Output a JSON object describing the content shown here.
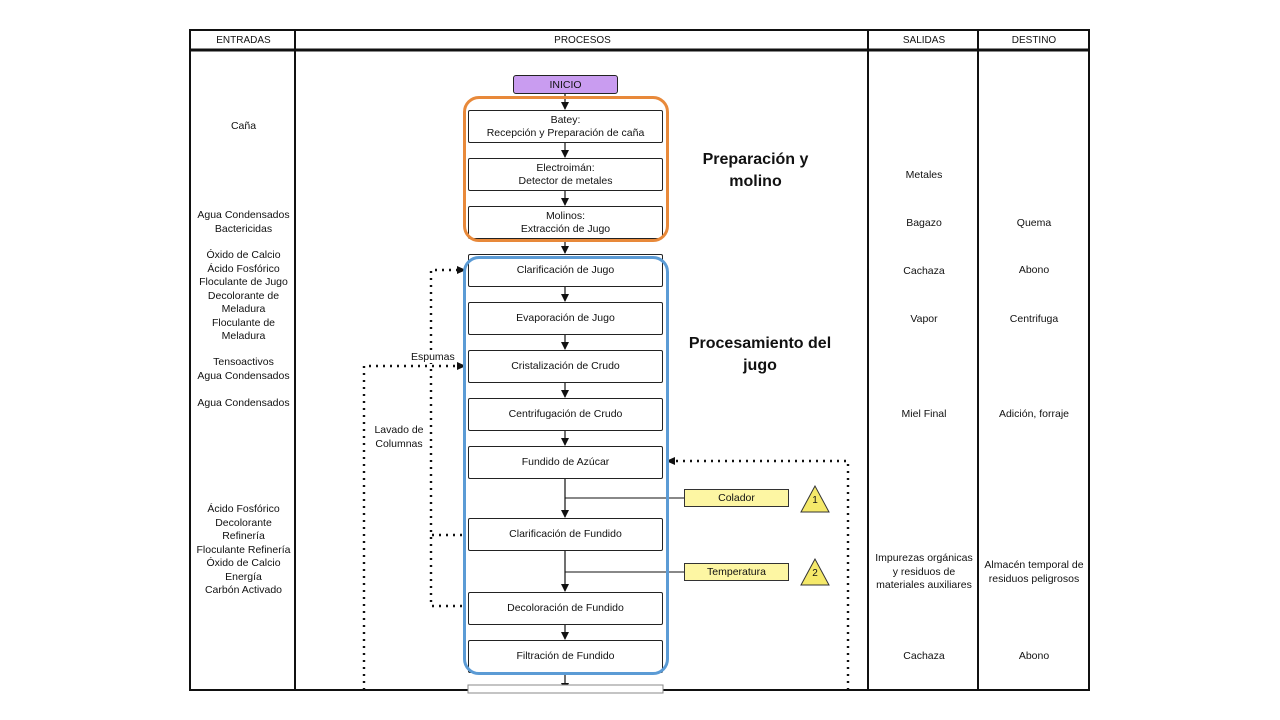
{
  "headers": {
    "entradas": "ENTRADAS",
    "procesos": "PROCESOS",
    "salidas": "SALIDAS",
    "destino": "DESTINO"
  },
  "inputs": [
    "Caña",
    "Agua Condensados\nBactericidas",
    "Óxido de Calcio\nÁcido Fosfórico\nFloculante de Jugo\nDecolorante de\nMeladura\nFloculante de\nMeladura",
    "Tensoactivos\nAgua Condensados",
    "Agua Condensados",
    "Ácido Fosfórico\nDecolorante\nRefinería\nFloculante Refinería\nÓxido de Calcio\nEnergía\nCarbón Activado"
  ],
  "start_label": "INICIO",
  "processes": [
    "Batey:\nRecepción y Preparación de caña",
    "Electroimán:\nDetector de metales",
    "Molinos:\nExtracción de Jugo",
    "Clarificación de Jugo",
    "Evaporación de Jugo",
    "Cristalización de Crudo",
    "Centrifugación de Crudo",
    "Fundido de Azúcar",
    "Clarificación de Fundido",
    "Decoloración de Fundido",
    "Filtración de Fundido"
  ],
  "groups": {
    "preparation": "Preparación y\nmolino",
    "processing": "Procesamiento del\njugo"
  },
  "feedback_labels": {
    "espumas": "Espumas",
    "lavado": "Lavado de\nColumnas"
  },
  "control_points": [
    {
      "label": "Colador",
      "number": "1"
    },
    {
      "label": "Temperatura",
      "number": "2"
    }
  ],
  "outputs": [
    "Metales",
    "Bagazo",
    "Cachaza",
    "Vapor",
    "Miel Final",
    "Impurezas orgánicas\ny residuos de\nmateriales auxiliares",
    "Cachaza"
  ],
  "destinations": [
    "Quema",
    "Abono",
    "Centrifuga",
    "Adición, forraje",
    "Almacén temporal de\nresiduos peligrosos",
    "Abono"
  ],
  "colors": {
    "start_fill": "#c99cf0",
    "preparation_outline": "#e8893a",
    "processing_outline": "#5b9bd5",
    "control_fill": "#fdf6a3",
    "triangle_fill": "#f5e96a"
  }
}
